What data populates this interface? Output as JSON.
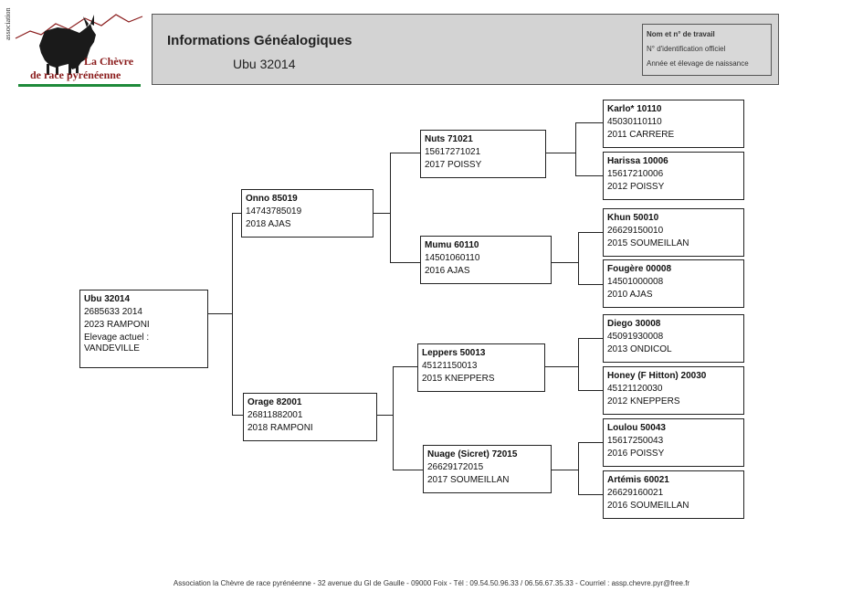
{
  "logo": {
    "vertical_text": "association",
    "name_line1": "La Chèvre",
    "name_line2": "de race pyrénéenne"
  },
  "header": {
    "title": "Informations Généalogiques",
    "subject": "Ubu 32014",
    "legend": [
      "Nom et n° de travail",
      "N° d'identification officiel",
      "Année et élevage de naissance"
    ]
  },
  "pedigree": {
    "subject": {
      "name": "Ubu 32014",
      "id": "2685633 2014",
      "birth": "2023 RAMPONI",
      "breeder_label": "Elevage actuel :",
      "breeder": "VANDEVILLE"
    },
    "sire": {
      "name": "Onno 85019",
      "id": "14743785019",
      "birth": "2018 AJAS"
    },
    "dam": {
      "name": "Orage 82001",
      "id": "26811882001",
      "birth": "2018 RAMPONI"
    },
    "sire_sire": {
      "name": "Nuts 71021",
      "id": "15617271021",
      "birth": "2017 POISSY"
    },
    "sire_dam": {
      "name": "Mumu 60110",
      "id": "14501060110",
      "birth": "2016 AJAS"
    },
    "dam_sire": {
      "name": "Leppers 50013",
      "id": "45121150013",
      "birth": "2015 KNEPPERS"
    },
    "dam_dam": {
      "name": "Nuage (Sicret) 72015",
      "id": "26629172015",
      "birth": "2017 SOUMEILLAN"
    },
    "ggp": [
      {
        "name": "Karlo* 10110",
        "id": "45030110110",
        "birth": "2011 CARRERE"
      },
      {
        "name": "Harissa 10006",
        "id": "15617210006",
        "birth": "2012 POISSY"
      },
      {
        "name": "Khun 50010",
        "id": "26629150010",
        "birth": "2015 SOUMEILLAN"
      },
      {
        "name": "Fougère 00008",
        "id": "14501000008",
        "birth": "2010 AJAS"
      },
      {
        "name": "Diego 30008",
        "id": "45091930008",
        "birth": "2013 ONDICOL"
      },
      {
        "name": "Honey (F Hitton) 20030",
        "id": "45121120030",
        "birth": "2012 KNEPPERS"
      },
      {
        "name": "Loulou 50043",
        "id": "15617250043",
        "birth": "2016 POISSY"
      },
      {
        "name": "Artémis 60021",
        "id": "26629160021",
        "birth": "2016 SOUMEILLAN"
      }
    ]
  },
  "footer": "Association la Chèvre de race pyrénéenne - 32 avenue du Gl de Gaulle - 09000 Foix - Tél : 09.54.50.96.33 / 06.56.67.35.33 - Courriel : assp.chevre.pyr@free.fr"
}
